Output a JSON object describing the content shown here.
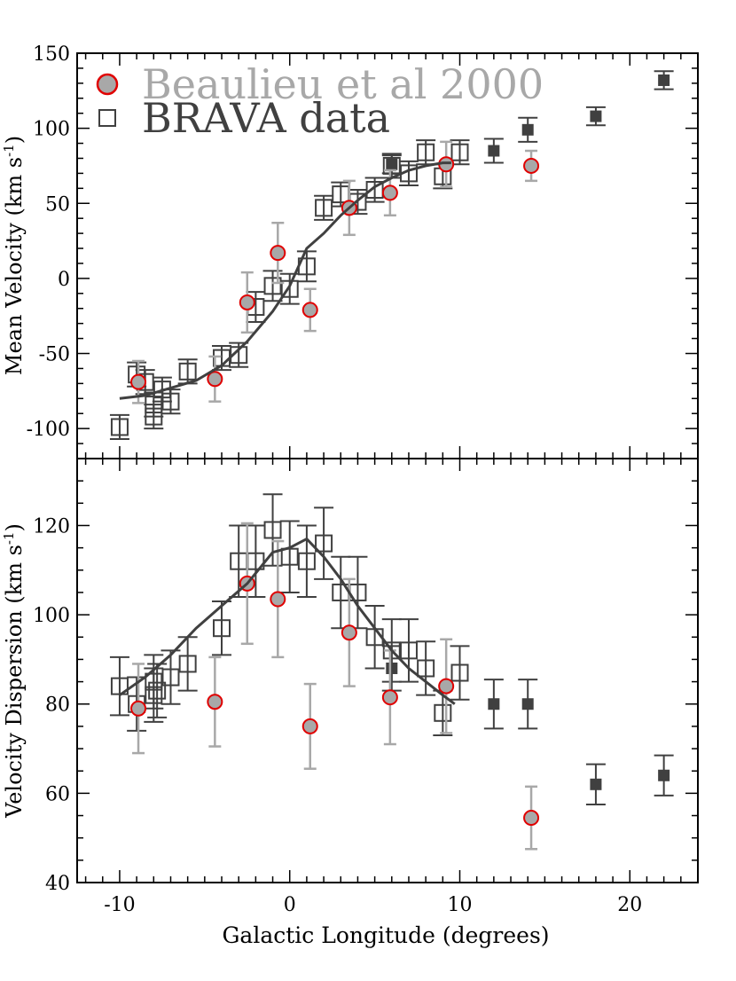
{
  "chart_data": [
    {
      "type": "scatter",
      "panel": "top",
      "title": "",
      "xlabel": "Galactic Longitude (degrees)",
      "ylabel": "Mean Velocity (km s",
      "ylabel_sup": "-1",
      "ylabel_close": ")",
      "xlim": [
        -12.5,
        24
      ],
      "ylim": [
        -120,
        150
      ],
      "y_ticks": [
        -100,
        -50,
        0,
        50,
        100,
        150
      ],
      "y_tick_labels": [
        "-100",
        "-50",
        "0",
        "50",
        "100",
        "150"
      ],
      "x_ticks": [
        -10,
        0,
        10,
        20
      ],
      "legend": {
        "position": "top-left",
        "entries": [
          {
            "label": "Beaulieu et al 2000",
            "marker": "red-circle",
            "color": "#a8a8a8"
          },
          {
            "label": "BRAVA data",
            "marker": "open-square",
            "color": "#404040"
          }
        ]
      },
      "series": [
        {
          "name": "BRAVA data",
          "marker": "open-square",
          "color": "#404040",
          "points": [
            {
              "x": -10.0,
              "y": -99,
              "err": 8
            },
            {
              "x": -9.0,
              "y": -64,
              "err": 8
            },
            {
              "x": -8.5,
              "y": -69,
              "err": 8
            },
            {
              "x": -8.0,
              "y": -92,
              "err": 8
            },
            {
              "x": -8.0,
              "y": -84,
              "err": 8
            },
            {
              "x": -7.5,
              "y": -74,
              "err": 8
            },
            {
              "x": -7.0,
              "y": -82,
              "err": 8
            },
            {
              "x": -6.0,
              "y": -62,
              "err": 8
            },
            {
              "x": -4.0,
              "y": -53,
              "err": 8
            },
            {
              "x": -3.0,
              "y": -51,
              "err": 8
            },
            {
              "x": -2.0,
              "y": -19,
              "err": 10
            },
            {
              "x": -1.0,
              "y": -5,
              "err": 10
            },
            {
              "x": 0.0,
              "y": -7,
              "err": 10
            },
            {
              "x": 1.0,
              "y": 8,
              "err": 10
            },
            {
              "x": 2.0,
              "y": 47,
              "err": 8
            },
            {
              "x": 3.0,
              "y": 56,
              "err": 8
            },
            {
              "x": 4.0,
              "y": 51,
              "err": 8
            },
            {
              "x": 5.0,
              "y": 59,
              "err": 8
            },
            {
              "x": 6.0,
              "y": 75,
              "err": 8
            },
            {
              "x": 7.0,
              "y": 70,
              "err": 8
            },
            {
              "x": 8.0,
              "y": 84,
              "err": 8
            },
            {
              "x": 9.0,
              "y": 68,
              "err": 8
            },
            {
              "x": 10.0,
              "y": 84,
              "err": 8
            }
          ]
        },
        {
          "name": "BRAVA (filled)",
          "marker": "filled-square",
          "color": "#404040",
          "points": [
            {
              "x": 6.0,
              "y": 76,
              "err": 6
            },
            {
              "x": 12.0,
              "y": 85,
              "err": 8
            },
            {
              "x": 14.0,
              "y": 99,
              "err": 8
            },
            {
              "x": 18.0,
              "y": 108,
              "err": 6
            },
            {
              "x": 22.0,
              "y": 132,
              "err": 6
            }
          ]
        },
        {
          "name": "Beaulieu et al 2000",
          "marker": "red-circle",
          "color": "#a8a8a8",
          "points": [
            {
              "x": -8.9,
              "y": -69,
              "err": 14
            },
            {
              "x": -4.4,
              "y": -67,
              "err": 15
            },
            {
              "x": -2.5,
              "y": -16,
              "err": 20
            },
            {
              "x": -0.7,
              "y": 17,
              "err": 20
            },
            {
              "x": 1.2,
              "y": -21,
              "err": 14
            },
            {
              "x": 3.5,
              "y": 47,
              "err": 18
            },
            {
              "x": 5.9,
              "y": 57,
              "err": 15
            },
            {
              "x": 9.2,
              "y": 76,
              "err": 15
            },
            {
              "x": 14.2,
              "y": 75,
              "err": 10
            }
          ]
        },
        {
          "name": "model",
          "type": "line",
          "color": "#404040",
          "points": [
            {
              "x": -10.0,
              "y": -80
            },
            {
              "x": -8.5,
              "y": -78
            },
            {
              "x": -7.0,
              "y": -73
            },
            {
              "x": -5.5,
              "y": -68
            },
            {
              "x": -4.0,
              "y": -58
            },
            {
              "x": -2.5,
              "y": -42
            },
            {
              "x": -1.0,
              "y": -22
            },
            {
              "x": 0.0,
              "y": -5
            },
            {
              "x": 1.0,
              "y": 20
            },
            {
              "x": 2.0,
              "y": 30
            },
            {
              "x": 3.0,
              "y": 42
            },
            {
              "x": 4.0,
              "y": 52
            },
            {
              "x": 5.0,
              "y": 61
            },
            {
              "x": 6.0,
              "y": 67
            },
            {
              "x": 7.0,
              "y": 72
            },
            {
              "x": 8.0,
              "y": 75
            },
            {
              "x": 9.0,
              "y": 77
            },
            {
              "x": 9.5,
              "y": 77
            }
          ]
        }
      ]
    },
    {
      "type": "scatter",
      "panel": "bottom",
      "title": "",
      "xlabel": "Galactic Longitude (degrees)",
      "ylabel": "Velocity Dispersion (km s",
      "ylabel_sup": "-1",
      "ylabel_close": ")",
      "xlim": [
        -12.5,
        24
      ],
      "ylim": [
        40,
        135
      ],
      "y_ticks": [
        40,
        60,
        80,
        100,
        120
      ],
      "y_tick_labels": [
        "40",
        "60",
        "80",
        "100",
        "120"
      ],
      "x_ticks": [
        -10,
        0,
        10,
        20
      ],
      "x_tick_labels": [
        "-10",
        "0",
        "10",
        "20"
      ],
      "series": [
        {
          "name": "BRAVA data",
          "marker": "open-square",
          "color": "#404040",
          "points": [
            {
              "x": -10.0,
              "y": 84,
              "err": 6.5
            },
            {
              "x": -9.0,
              "y": 80,
              "err": 6
            },
            {
              "x": -8.0,
              "y": 85,
              "err": 6
            },
            {
              "x": -8.0,
              "y": 82,
              "err": 6
            },
            {
              "x": -7.8,
              "y": 83,
              "err": 6
            },
            {
              "x": -7.0,
              "y": 86,
              "err": 6
            },
            {
              "x": -6.0,
              "y": 89,
              "err": 6
            },
            {
              "x": -4.0,
              "y": 97,
              "err": 6
            },
            {
              "x": -3.0,
              "y": 112,
              "err": 8
            },
            {
              "x": -2.0,
              "y": 112,
              "err": 8
            },
            {
              "x": -1.0,
              "y": 119,
              "err": 8
            },
            {
              "x": 0.0,
              "y": 113,
              "err": 8
            },
            {
              "x": 1.0,
              "y": 112,
              "err": 8
            },
            {
              "x": 2.0,
              "y": 116,
              "err": 8
            },
            {
              "x": 3.0,
              "y": 105,
              "err": 8
            },
            {
              "x": 4.0,
              "y": 105,
              "err": 8
            },
            {
              "x": 5.0,
              "y": 95,
              "err": 7
            },
            {
              "x": 6.0,
              "y": 92,
              "err": 7
            },
            {
              "x": 7.0,
              "y": 92,
              "err": 7
            },
            {
              "x": 8.0,
              "y": 88,
              "err": 6
            },
            {
              "x": 9.0,
              "y": 78,
              "err": 5
            },
            {
              "x": 10.0,
              "y": 87,
              "err": 6
            }
          ]
        },
        {
          "name": "BRAVA (filled)",
          "marker": "filled-square",
          "color": "#404040",
          "points": [
            {
              "x": 6.0,
              "y": 88,
              "err": 5
            },
            {
              "x": 12.0,
              "y": 80,
              "err": 5.5
            },
            {
              "x": 14.0,
              "y": 80,
              "err": 5.5
            },
            {
              "x": 18.0,
              "y": 62,
              "err": 4.5
            },
            {
              "x": 22.0,
              "y": 64,
              "err": 4.5
            }
          ]
        },
        {
          "name": "Beaulieu et al 2000",
          "marker": "red-circle",
          "color": "#a8a8a8",
          "points": [
            {
              "x": -8.9,
              "y": 79,
              "err": 10
            },
            {
              "x": -4.4,
              "y": 80.5,
              "err": 10
            },
            {
              "x": -2.5,
              "y": 107,
              "err": 13.5
            },
            {
              "x": -0.7,
              "y": 103.5,
              "err": 13
            },
            {
              "x": 1.2,
              "y": 75,
              "err": 9.5
            },
            {
              "x": 3.5,
              "y": 96,
              "err": 12
            },
            {
              "x": 5.9,
              "y": 81.5,
              "err": 10.5
            },
            {
              "x": 9.2,
              "y": 84,
              "err": 10.5
            },
            {
              "x": 14.2,
              "y": 54.5,
              "err": 7
            }
          ]
        },
        {
          "name": "model",
          "type": "line",
          "color": "#404040",
          "points": [
            {
              "x": -10.0,
              "y": 82
            },
            {
              "x": -8.5,
              "y": 86
            },
            {
              "x": -7.0,
              "y": 91
            },
            {
              "x": -5.5,
              "y": 97
            },
            {
              "x": -4.0,
              "y": 102
            },
            {
              "x": -2.5,
              "y": 107
            },
            {
              "x": -1.0,
              "y": 114
            },
            {
              "x": 0.0,
              "y": 115
            },
            {
              "x": 1.0,
              "y": 117
            },
            {
              "x": 2.0,
              "y": 113
            },
            {
              "x": 3.0,
              "y": 108
            },
            {
              "x": 4.0,
              "y": 102
            },
            {
              "x": 5.0,
              "y": 97
            },
            {
              "x": 6.0,
              "y": 92
            },
            {
              "x": 7.0,
              "y": 88
            },
            {
              "x": 8.0,
              "y": 85
            },
            {
              "x": 9.0,
              "y": 82
            },
            {
              "x": 9.7,
              "y": 80
            }
          ]
        }
      ]
    }
  ]
}
